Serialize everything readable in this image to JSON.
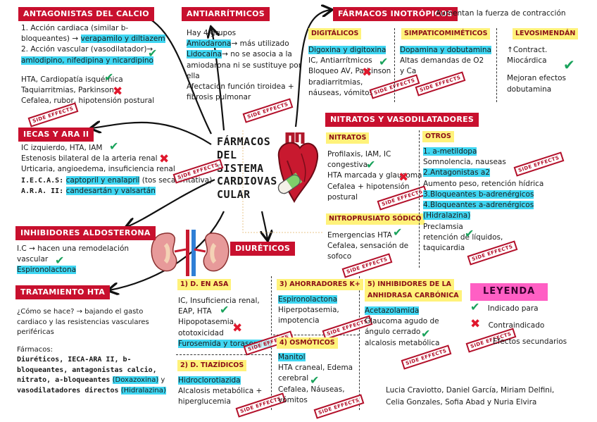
{
  "center": {
    "title_lines": [
      "FÁRMACOS",
      "DEL",
      "SISTEMA",
      "CARDIOVAS",
      "CULAR"
    ]
  },
  "antag_calcio": {
    "title": "ANTAGONISTAS DEL CALCIO",
    "l1": "1. Acción cardiaca (similar b-",
    "l2a": "bloqueantes) →",
    "l2b": "verapamilo y diltiazem",
    "l3": "2. Acción vascular (vasodilatador)→",
    "l4": "amlodipino, nifedipina y nicardipino",
    "l5": "HTA, Cardiopatía isquémica",
    "l6": "Taquiarritmias, Parkinson",
    "l7": "Cefalea, rubor, hipotensión postural"
  },
  "ieca": {
    "title": "IECAS Y ARA II",
    "l1": "IC izquierdo, HTA, IAM",
    "l2": "Estenosis bilateral de la arteria renal",
    "l3": "Urticaria, angioedema, insuficiencia renal",
    "l4a": "I.E.C.A.S:",
    "l4b": "captopril y enalapril",
    "l4c": "(tos seca irritativa)",
    "l5a": "A.R.A. II:",
    "l5b": "candesartán y valsartán"
  },
  "aldosterona": {
    "title": "INHIBIDORES ALDOSTERONA",
    "l1": "I.C → hacen una remodelación",
    "l2": "vascular",
    "l3": "Espironolactona"
  },
  "tratamiento": {
    "title": "TRATAMIENTO HTA",
    "l1": "¿Cómo se hace? → bajando el gasto",
    "l2": "cardiaco y las resistencias vasculares",
    "l3": "periféricas",
    "l4": "Fármacos:",
    "l5": "Diuréticos, IECA-ARA II, b-",
    "l6": "bloqueantes, antagonistas calcio,",
    "l7a": "nitrato, a-bloqueantes",
    "l7b": "(Doxazoxina)",
    "l7c": "y",
    "l8a": "vasodilatadores directos",
    "l8b": "(Hidralazina)"
  },
  "antiarritmicos": {
    "title": "ANTIARRÍTMICOS",
    "l1": "Hay 4 grupos",
    "l2a": "Amiodarona",
    "l2b": "→ más utilizado",
    "l3a": "Lidocaína",
    "l3b": "→ no se asocia a la",
    "l4": "amiodarona ni se sustituye por",
    "l5": "ella",
    "l6": "Afectación función tiroidea +",
    "l7": "fibrosis pulmonar"
  },
  "inotropicos": {
    "title": "FÁRMACOS INOTRÓPICOS",
    "subtitle": "Aumentan la fuerza de contracción",
    "dig_title": "DIGITÁLICOS",
    "dig1": "Digoxina y digitoxina",
    "dig2": "IC, Antiarrítmicos",
    "dig3": "Bloqueo AV, Parkinson",
    "dig4": "bradiarritmias,",
    "dig5": "náuseas, vómitos",
    "simp_title": "SIMPATICOMIMÉTICOS",
    "simp1": "Dopamina y dobutamina",
    "simp2": "Altas demandas de O2",
    "simp3": "y Ca",
    "levo_title": "LEVOSIMENDÁN",
    "levo1": "Contract.",
    "levo2": "Miocárdica",
    "levo3": "Mejoran efectos",
    "levo4": "dobutamina"
  },
  "nitratos": {
    "title": "NITRATOS Y VASODILATADORES",
    "nit_title": "NITRATOS",
    "n1": "Profilaxis, IAM, IC",
    "n2": "congestiva",
    "n3": "HTA marcada y glaucoma",
    "n4": "Cefalea + hipotensión",
    "n5": "postural",
    "nps_title": "NITROPRUSIATO SÓDICO",
    "p1": "Emergencias HTA",
    "p2": "Cefalea, sensación de",
    "p3": "sofoco",
    "otros_title": "OTROS",
    "o1": "1. a-metildopa",
    "o2": "Somnolencia, nauseas",
    "o3": "2.Antagonistas a2",
    "o4": "Aumento peso, retención hídrica",
    "o5": "3.Bloqueantes b-adrenérgicos",
    "o6": "4.Bloqueantes a-adrenérgicos",
    "o7": "(Hidralazina)",
    "o8": "Preclamsia",
    "o9": "retención de líquidos,",
    "o10": "taquicardia"
  },
  "diureticos": {
    "title": "DIURÉTICOS",
    "asa_title": "1) D. EN ASA",
    "a1": "IC, Insuficiencia renal,",
    "a2": "EAP, HTA",
    "a3": "Hipopotasemia,",
    "a4": "ototoxicidad",
    "a5": "Furosemida y torasemida",
    "tia_title": "2) D. TIAZÍDICOS",
    "t1": "Hidroclorotiazida",
    "t2": "Alcalosis metabólica +",
    "t3": "hiperglucemia",
    "aho_title": "3) AHORRADORES K+",
    "h1": "Espironolactona",
    "h2": "Hiperpotasemia,",
    "h3": "impotencia",
    "osm_title": "4) OSMÓTICOS",
    "m1": "Manitol",
    "m2": "HTA craneal, Edema",
    "m3": "cerebral",
    "m4": "Cefalea, Náuseas,",
    "m5": "vómitos",
    "anh_title1": "5) INHIBIDORES DE LA",
    "anh_title2": "ANHIDRASA CARBÓNICA",
    "c1": "Acetazolamida",
    "c2": "Glaucoma agudo de",
    "c3": "ángulo cerrado",
    "c4": "alcalosis metabólica"
  },
  "legend": {
    "title": "LEYENDA",
    "indicado": "Indicado para",
    "contra": "Contraindicado",
    "efectos": "Efectos secundarios"
  },
  "stamp_text": "SIDE EFFECTS",
  "authors": {
    "l1": "Lucia Craviotto, Daniel García, Miriam Delfini,",
    "l2": "Celia Gonzales, Sofia Abad y Nuria Elvira"
  }
}
